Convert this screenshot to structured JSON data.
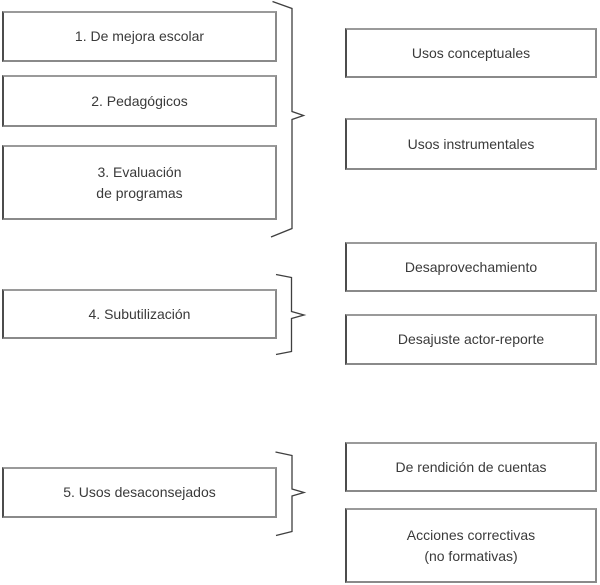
{
  "colors": {
    "background": "#ffffff",
    "box_border": "#8a8a8a",
    "box_border_dark": "#4c4c4c",
    "text": "#3a3a3a",
    "brace": "#3f3f3f"
  },
  "groups": [
    {
      "left_boxes": [
        {
          "label": "1. De mejora escolar"
        },
        {
          "label": "2. Pedagógicos"
        },
        {
          "label": "3. Evaluación\nde programas"
        }
      ],
      "right_boxes": [
        {
          "label": "Usos conceptuales"
        },
        {
          "label": "Usos instrumentales"
        }
      ]
    },
    {
      "left_boxes": [
        {
          "label": "4. Subutilización"
        }
      ],
      "right_boxes": [
        {
          "label": "Desaprovechamiento"
        },
        {
          "label": "Desajuste actor-reporte"
        }
      ]
    },
    {
      "left_boxes": [
        {
          "label": "5. Usos desaconsejados"
        }
      ],
      "right_boxes": [
        {
          "label": "De rendición de cuentas"
        },
        {
          "label": "Acciones correctivas\n(no formativas)"
        }
      ]
    }
  ]
}
